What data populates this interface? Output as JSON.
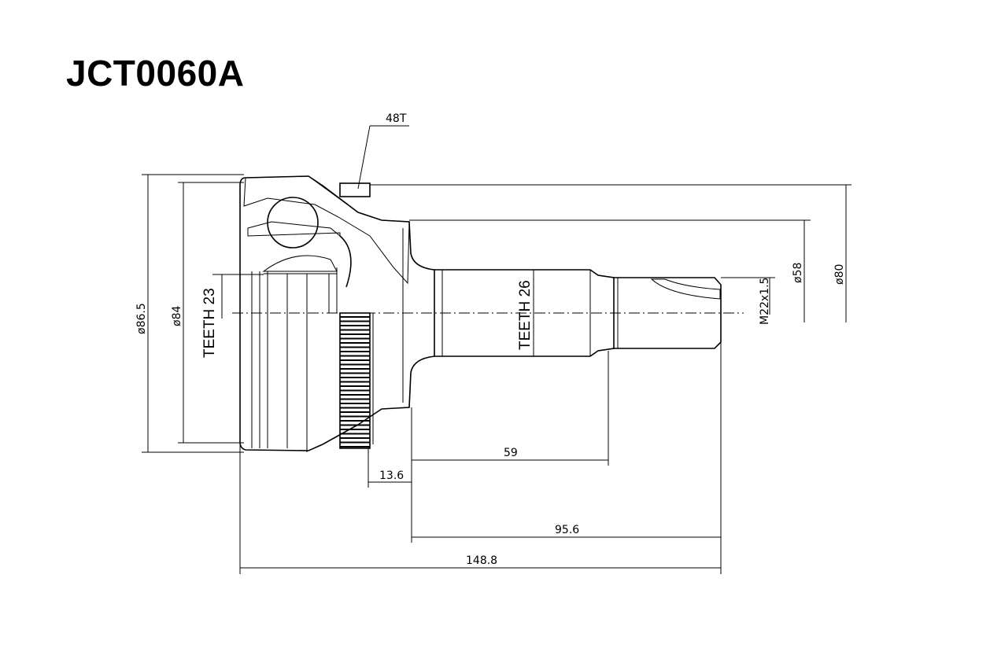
{
  "title": "JCT0060A",
  "labels": {
    "abs_teeth": "48T",
    "outer_diameter": "ø86.5",
    "seal_diameter": "ø84",
    "inner_teeth": "TEETH 23",
    "shaft_teeth": "TEETH 26",
    "thread": "M22x1.5",
    "shoulder_diameter": "ø58",
    "abs_diameter": "ø80",
    "abs_width": "13.6",
    "spline_length": "59",
    "shaft_length": "95.6",
    "overall_length": "148.8"
  }
}
